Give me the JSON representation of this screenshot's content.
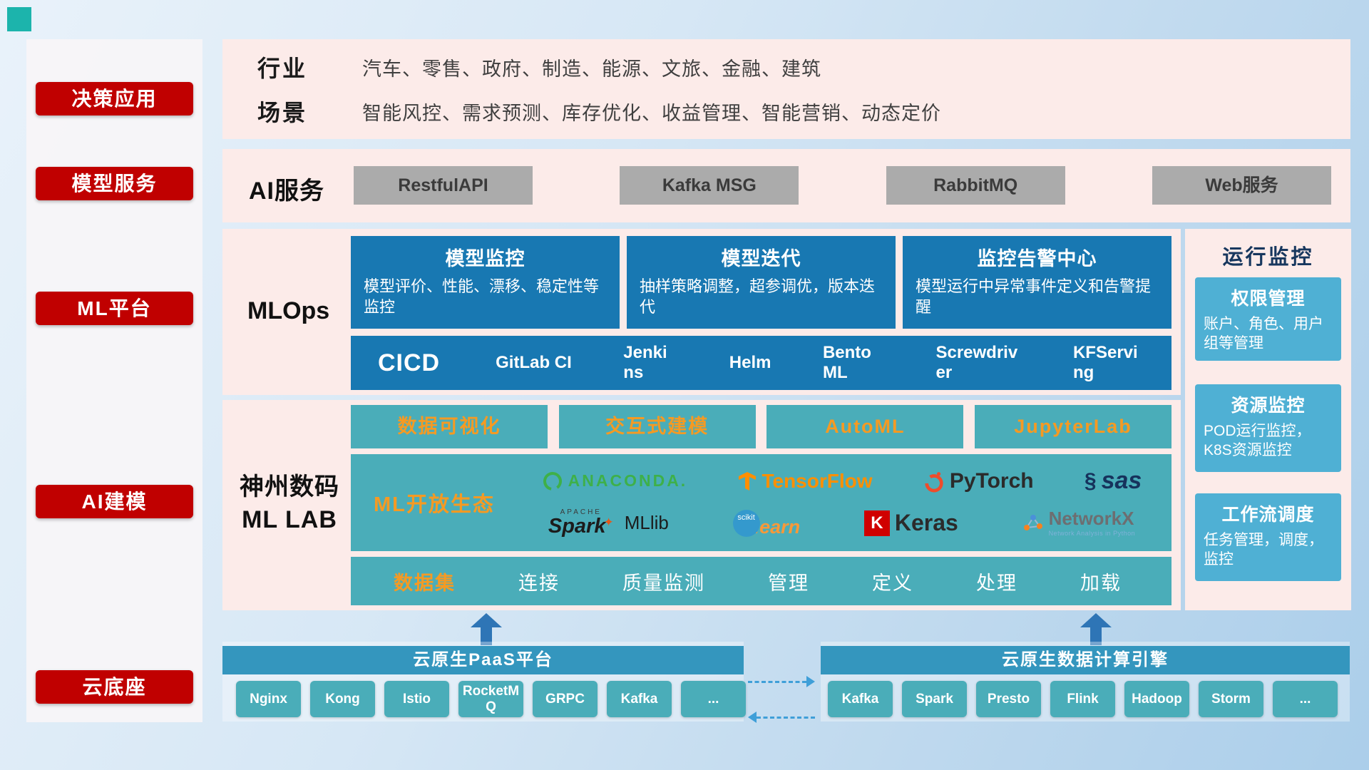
{
  "palette": {
    "accent_red": "#c00000",
    "panel_pink": "#fcebe9",
    "box_blue": "#1878b2",
    "teal": "#4aadb9",
    "monitor_card_blue": "#4fb0d4",
    "bar_blue": "#3496be",
    "orange_accent": "#f59a23"
  },
  "icons": {
    "sas_swirl": "§",
    "spark_star": "✦"
  },
  "sidebar": {
    "items": [
      "决策应用",
      "模型服务",
      "ML平台",
      "AI建模",
      "云底座"
    ]
  },
  "top_row": {
    "industry_label": "行业",
    "industry_text": "汽车、零售、政府、制造、能源、文旅、金融、建筑",
    "scene_label": "场景",
    "scene_text": "智能风控、需求预测、库存优化、收益管理、智能营销、动态定价"
  },
  "ai_service": {
    "label": "AI服务",
    "buttons": [
      "RestfulAPI",
      "Kafka MSG",
      "RabbitMQ",
      "Web服务"
    ]
  },
  "mlops": {
    "label": "MLOps",
    "cards": [
      {
        "title": "模型监控",
        "desc": "模型评价、性能、漂移、稳定性等监控"
      },
      {
        "title": "模型迭代",
        "desc": "抽样策略调整，超参调优，版本迭代"
      },
      {
        "title": "监控告警中心",
        "desc": "模型运行中异常事件定义和告警提醒"
      }
    ],
    "cicd_label": "CICD",
    "cicd_tools": [
      "GitLab CI",
      "Jenkins",
      "Helm",
      "BentoML",
      "Screwdriver",
      "KFServing"
    ]
  },
  "mllab": {
    "label_line1": "神州数码",
    "label_line2": "ML LAB",
    "feature_buttons": [
      "数据可视化",
      "交互式建模",
      "AutoML",
      "JupyterLab"
    ],
    "ecosystem_label": "ML开放生态",
    "logos": {
      "anaconda": "ANACONDA.",
      "tensorflow": "TensorFlow",
      "pytorch": "PyTorch",
      "sas": "sas",
      "spark_top": "APACHE",
      "spark": "Spark",
      "mllib": "MLlib",
      "scikit_top": "scikit",
      "scikit": "learn",
      "keras_k": "K",
      "keras": "Keras",
      "networkx": "NetworkX",
      "networkx_caption": "Network Analysis in Python"
    },
    "dataset_label": "数据集",
    "dataset_items": [
      "连接",
      "质量监测",
      "管理",
      "定义",
      "处理",
      "加载"
    ]
  },
  "monitor": {
    "title": "运行监控",
    "cards": [
      {
        "title": "权限管理",
        "desc": "账户、角色、用户组等管理"
      },
      {
        "title": "资源监控",
        "desc": "POD运行监控，K8S资源监控"
      },
      {
        "title": "工作流调度",
        "desc": "任务管理，调度，监控"
      }
    ]
  },
  "bottom": {
    "paas_title": "云原生PaaS平台",
    "paas_chips": [
      "Nginx",
      "Kong",
      "Istio",
      "RocketMQ",
      "GRPC",
      "Kafka",
      "..."
    ],
    "engine_title": "云原生数据计算引擎",
    "engine_chips": [
      "Kafka",
      "Spark",
      "Presto",
      "Flink",
      "Hadoop",
      "Storm",
      "..."
    ]
  }
}
